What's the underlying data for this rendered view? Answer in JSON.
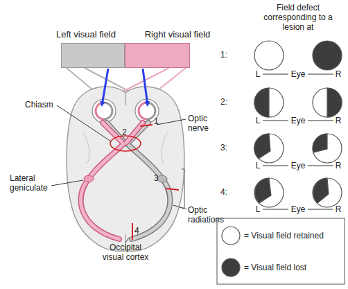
{
  "diagram": {
    "nodes": [
      {
        "text": [
          "Left visual field"
        ]
      },
      {
        "text": [
          "Right visual field"
        ]
      }
    ],
    "labels": [
      "Field defect corresponding to a lesion at",
      "1:",
      "L",
      "Eye",
      "R",
      "2:",
      "L",
      "Eye",
      "R",
      "3:",
      "L",
      "Eye",
      "R",
      "4:",
      "L",
      "Eye",
      "R",
      "Chiasm",
      "Optic nerve",
      "Lateral geniculate",
      "Optic radiations",
      "Occipital visual cortex",
      "1",
      "2",
      "3",
      "4"
    ],
    "legend": [
      {
        "text": "= Visual field retained"
      },
      {
        "text": "= Visual field lost"
      }
    ]
  }
}
